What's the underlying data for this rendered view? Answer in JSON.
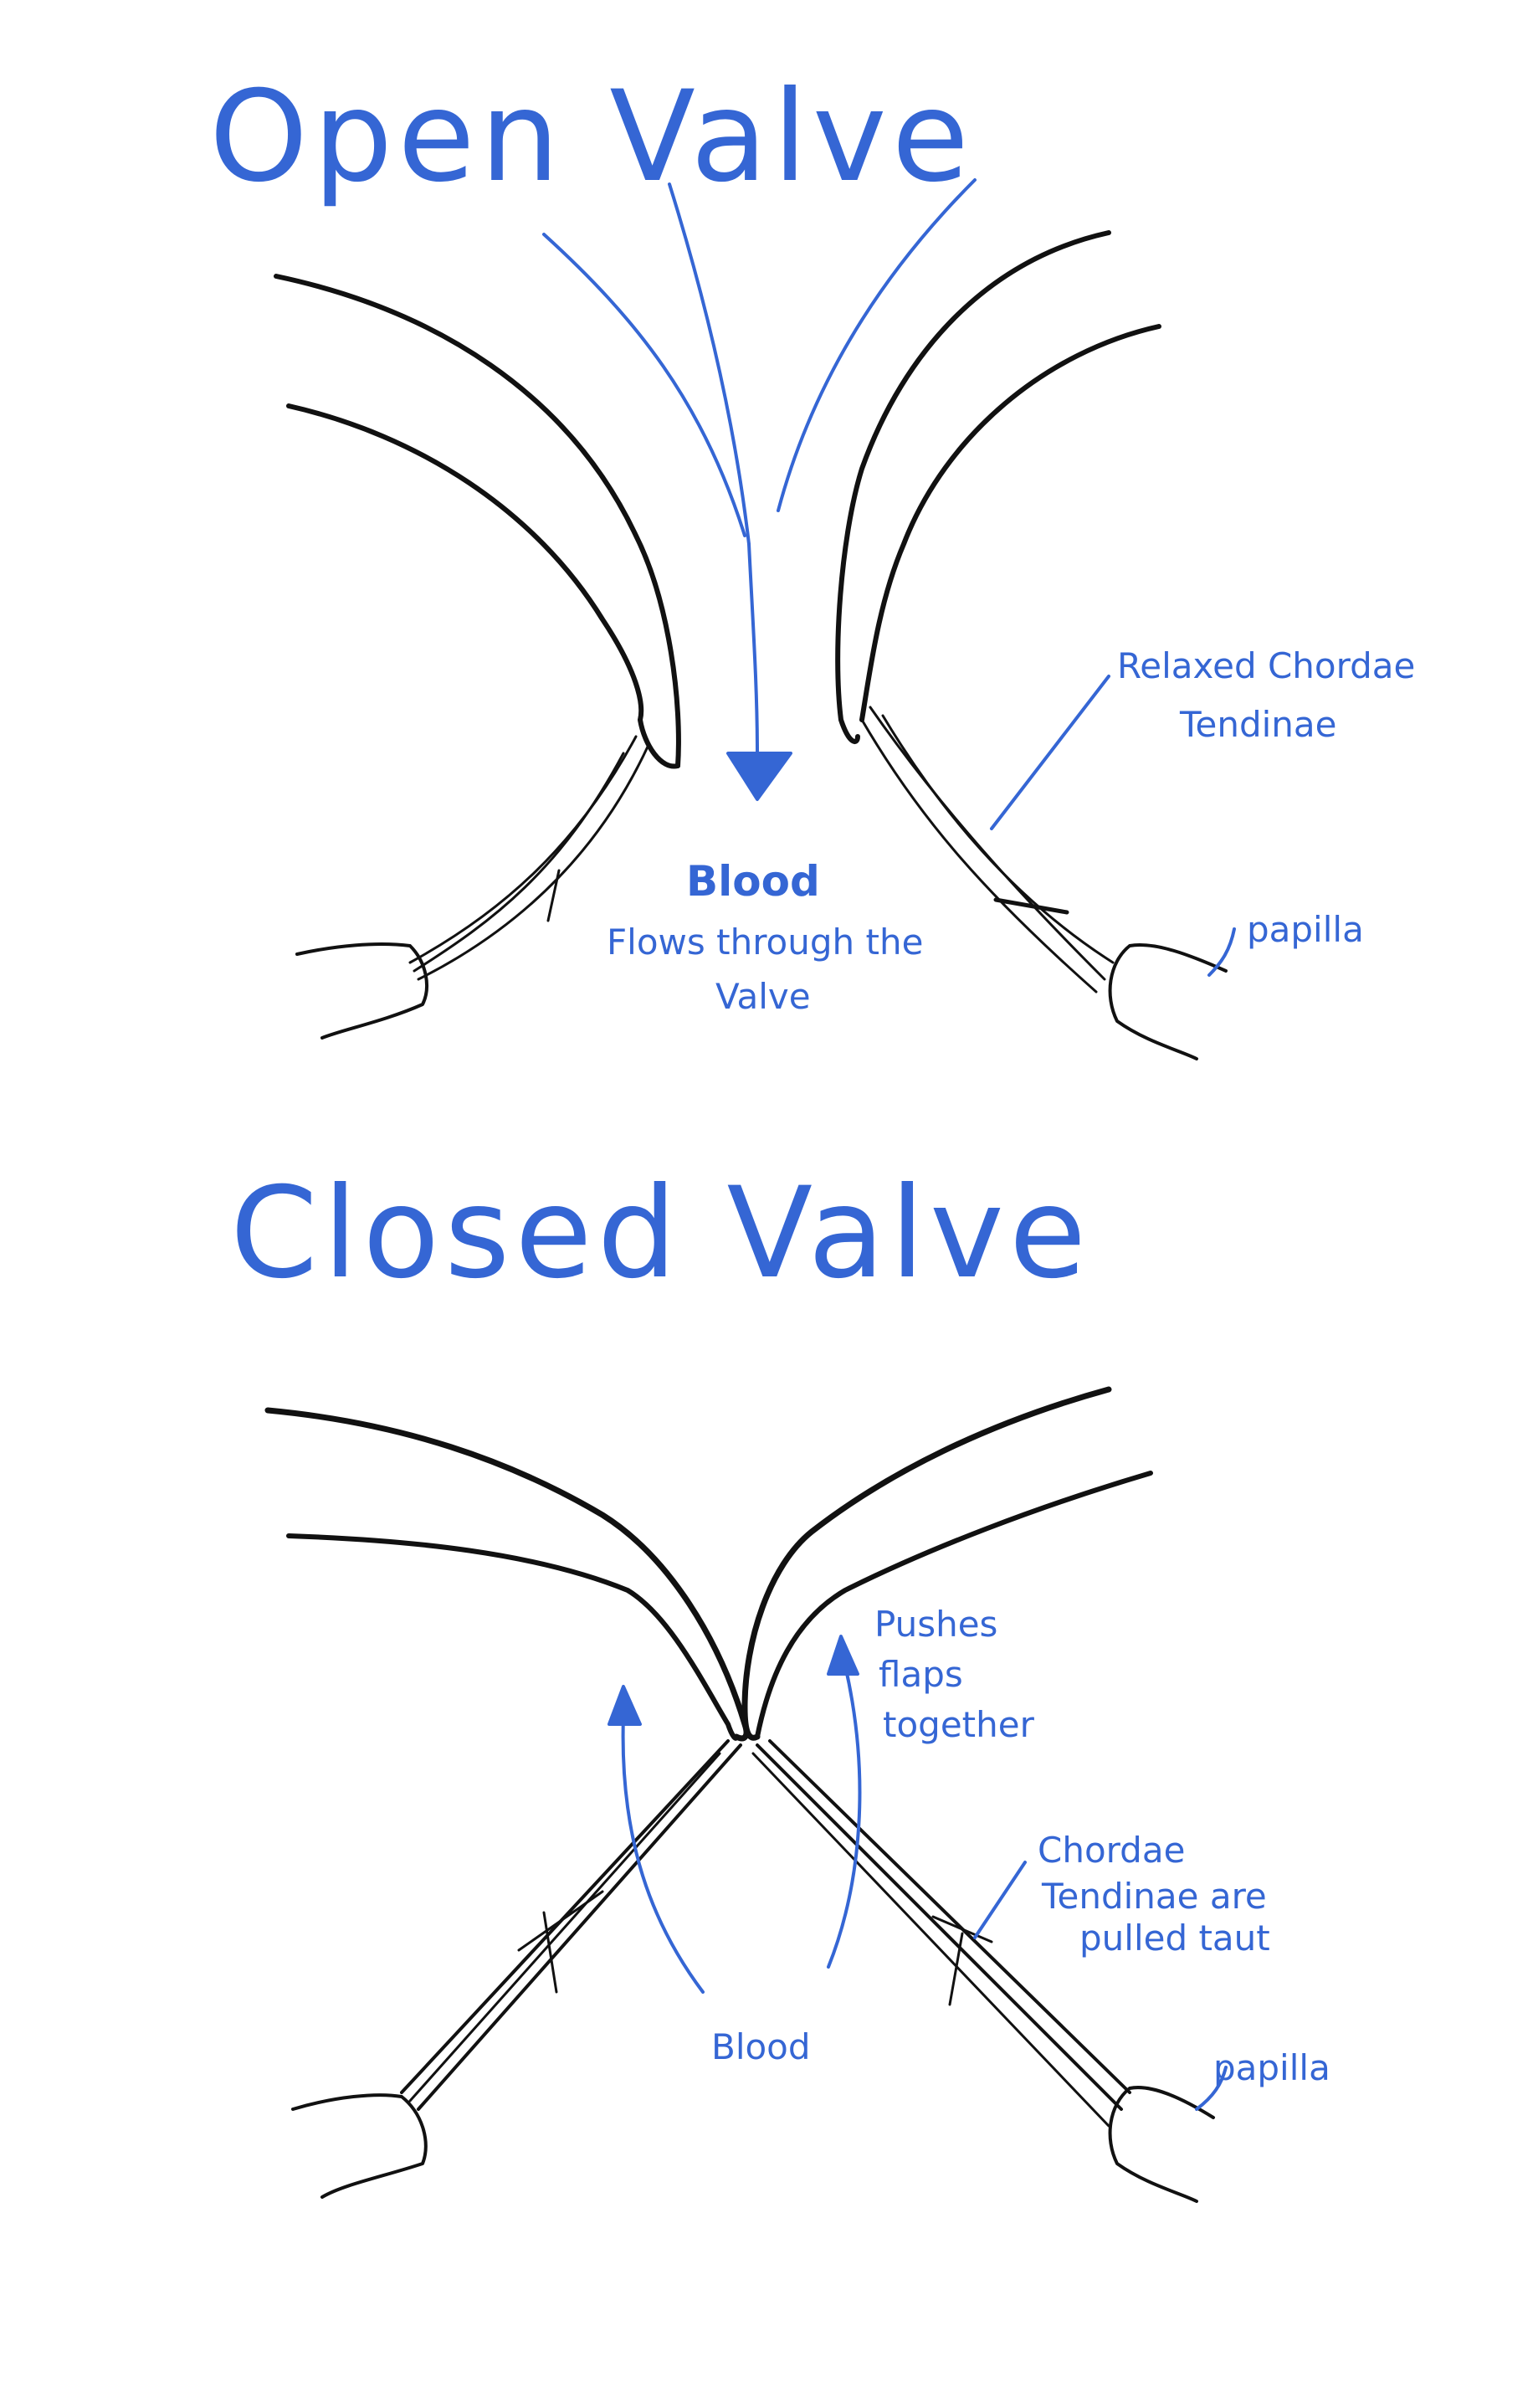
{
  "open_section": {
    "title": "Open Valve",
    "blood_label": "Blood",
    "flow_label_line1": "Flows through the",
    "flow_label_line2": "Valve",
    "chordae_label_line1": "Relaxed Chordae",
    "chordae_label_line2": "Tendinae",
    "papilla_label": "papilla"
  },
  "closed_section": {
    "title": "Closed Valve",
    "pushes_label_line1": "Pushes",
    "pushes_label_line2": "flaps",
    "pushes_label_line3": "together",
    "chordae_label_line1": "Chordae",
    "chordae_label_line2": "Tendinae are",
    "chordae_label_line3": "pulled taut",
    "blood_label": "Blood",
    "papilla_label": "papilla"
  },
  "colors": {
    "annotation": "#3566d4",
    "outline": "#111111",
    "background": "#ffffff"
  }
}
